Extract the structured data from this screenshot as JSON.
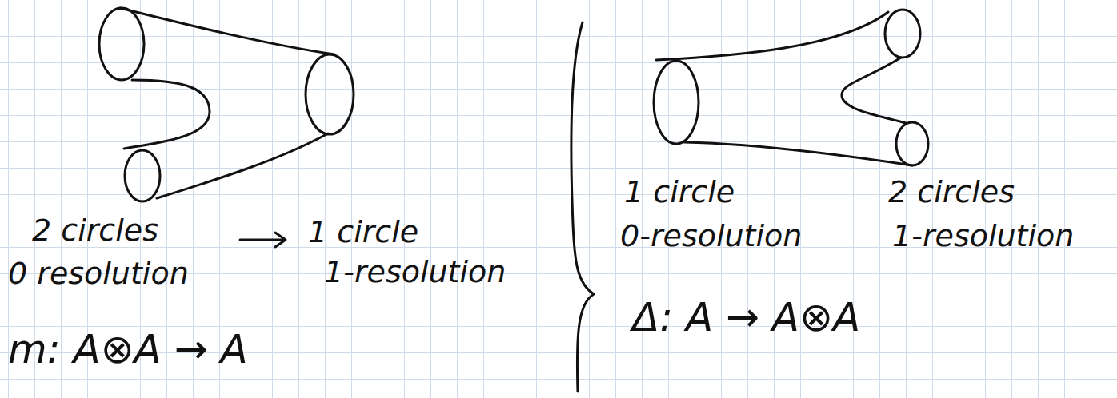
{
  "diagram": {
    "labels": [
      "2 circles",
      "0 resolution",
      "1 circle",
      "1-resolution",
      "m: A⊗A → A",
      "1 circle",
      "0-resolution",
      "2 circles",
      "1-resolution",
      "Δ: A → A⊗A"
    ]
  }
}
